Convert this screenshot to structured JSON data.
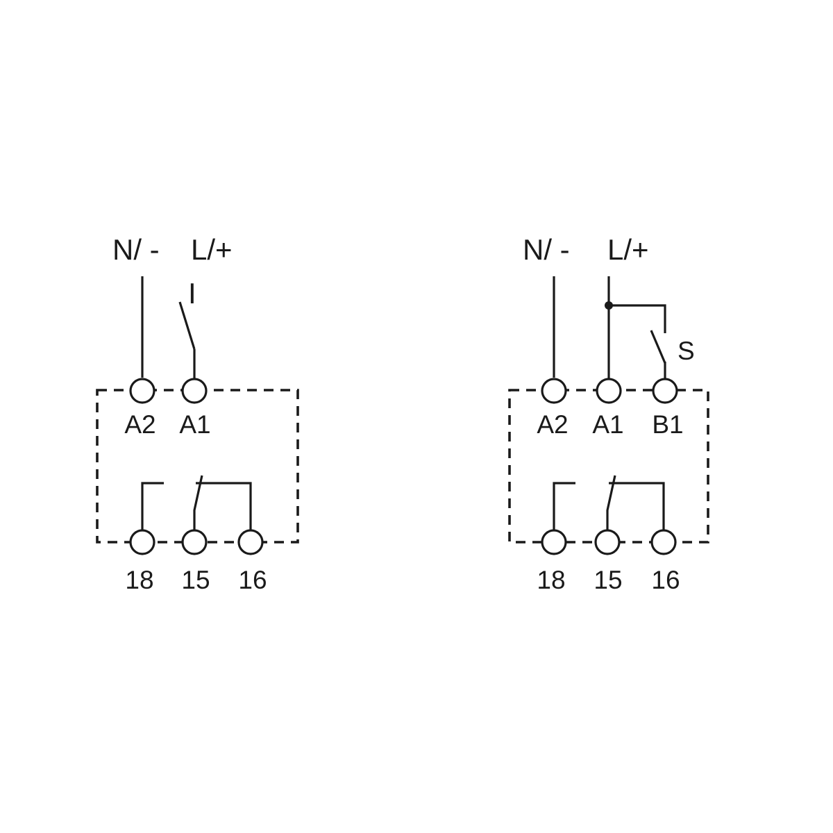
{
  "diagram_left": {
    "supply_neutral": "N/ -",
    "supply_line": "L/+",
    "switch_label": "I",
    "terminals_top": [
      "A2",
      "A1"
    ],
    "terminals_bottom": [
      "18",
      "15",
      "16"
    ]
  },
  "diagram_right": {
    "supply_neutral": "N/ -",
    "supply_line": "L/+",
    "switch_label": "S",
    "terminals_top": [
      "A2",
      "A1",
      "B1"
    ],
    "terminals_bottom": [
      "18",
      "15",
      "16"
    ]
  },
  "colors": {
    "ink": "#1a1a1a",
    "background": "#ffffff"
  }
}
